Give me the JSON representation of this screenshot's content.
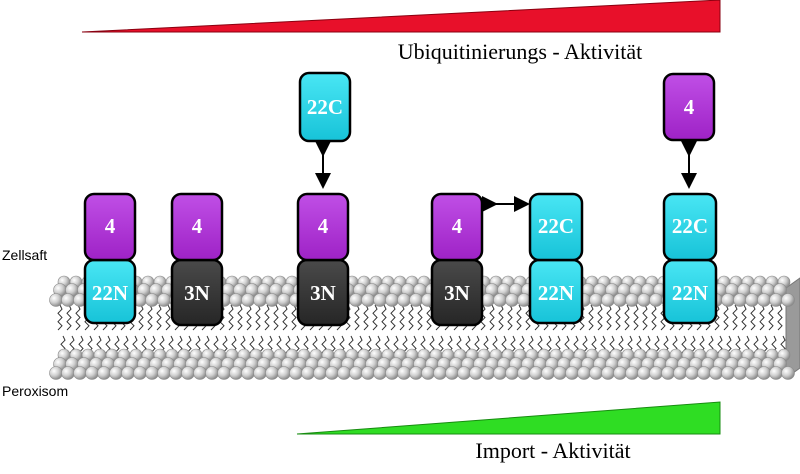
{
  "title_top": "Ubiquitinierungs - Aktivität",
  "title_bottom": "Import - Aktivität",
  "label_cytosol": "Zellsaft",
  "label_peroxisome": "Peroxisom",
  "colors": {
    "pex4": "#b23ad6",
    "pex22": "#2fd3e6",
    "pex3": "#333333",
    "ubiquitination_triangle": "#e8102a",
    "import_triangle": "#2fdd23",
    "membrane_bead": "#c8c8c8"
  },
  "proteins": {
    "p4": "4",
    "p22n": "22N",
    "p22c": "22C",
    "p3n": "3N"
  }
}
